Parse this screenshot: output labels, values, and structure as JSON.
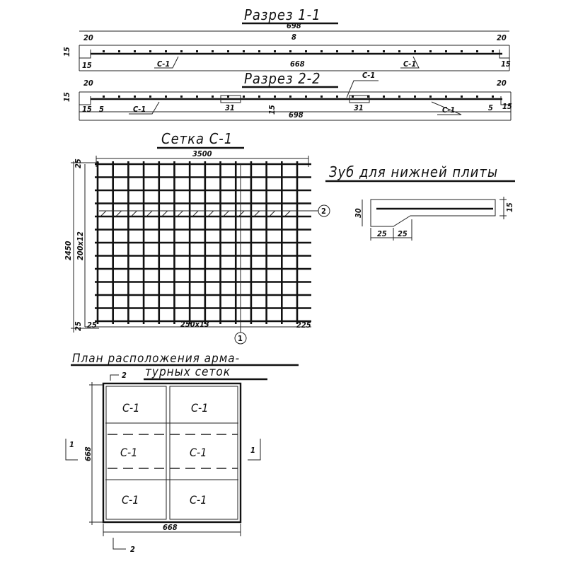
{
  "section_1": {
    "title": "Разрез 1-1",
    "dims": [
      "698",
      "20",
      "20",
      "8",
      "15",
      "15",
      "668",
      "15"
    ],
    "mesh_labels": [
      "С-1",
      "С-1"
    ]
  },
  "section_2": {
    "title": "Разрез 2-2",
    "dims": [
      "20",
      "20",
      "15",
      "15",
      "5",
      "31",
      "15",
      "698",
      "31",
      "5",
      "15"
    ],
    "mesh_labels": [
      "С-1",
      "С-1",
      "С-1"
    ]
  },
  "mesh": {
    "title": "Сетка С-1",
    "dims": [
      "3500",
      "25",
      "2450",
      "200x12",
      "25",
      "25",
      "250x13",
      "225"
    ],
    "markers": [
      "1",
      "2"
    ],
    "grid_cols": 14,
    "grid_rows": 13
  },
  "tooth": {
    "title": "Зуб для нижней плиты",
    "dims": [
      "30",
      "15",
      "25",
      "25"
    ]
  },
  "plan": {
    "title_line1": "План расположения арма-",
    "title_line2": "турных сеток",
    "cells": [
      "С-1",
      "С-1",
      "С-1",
      "С-1",
      "С-1",
      "С-1"
    ],
    "dims": [
      "668",
      "668"
    ],
    "section_marks": [
      "1",
      "1",
      "2",
      "2"
    ]
  }
}
